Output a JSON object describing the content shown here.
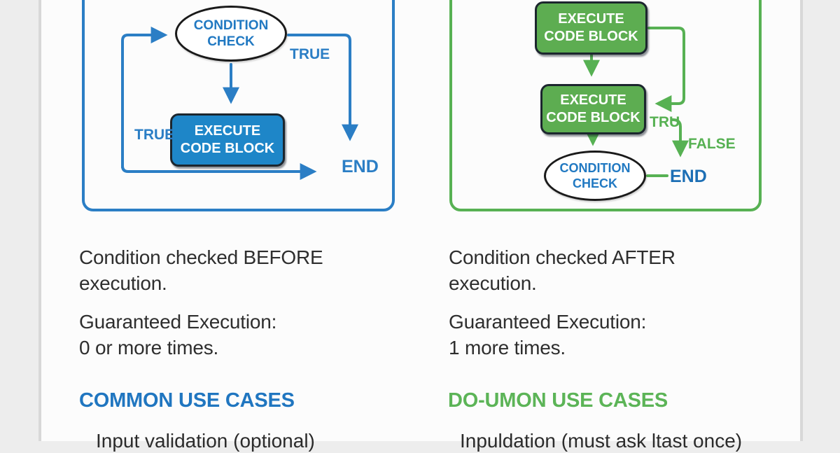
{
  "colors": {
    "page_bg": "#ededed",
    "card_bg": "#fcfcfc",
    "card_edge": "#d8d8d8",
    "blue_accent": "#2b7ec5",
    "blue_box_fill": "#1e86c8",
    "blue_end_text": "#1d6fb5",
    "green_accent": "#57b153",
    "green_box_fill": "#5dad51",
    "node_border": "#1a1a1a",
    "body_text": "#2e2e2e",
    "heading_blue": "#2076c0",
    "heading_green": "#5cb457"
  },
  "left_flow": {
    "condition_check": "CONDITION\nCHECK",
    "execute_block": "EXECUTE\nCODE BLOCK",
    "label_true_right": "TRUE",
    "label_true_left": "TRUE",
    "label_end": "END"
  },
  "right_flow": {
    "execute_block_top": "EXECUTE\nCODE BLOCK",
    "execute_block_mid": "EXECUTE\nCODE BLOCK",
    "condition_check": "CONDITION\nCHECK",
    "label_tru": "TRU",
    "label_false": "FALSE",
    "label_end": "END"
  },
  "left_column": {
    "para1": "Condition checked BEFORE\nexecution.",
    "para2": "Guaranteed Execution:\n0 or more times.",
    "heading": "COMMON USE CASES",
    "partial_item": "Input validation (optional)"
  },
  "right_column": {
    "para1": "Condition checked AFTER\nexecution.",
    "para2": "Guaranteed Execution:\n1 more times.",
    "heading": "DO-UMON USE CASES",
    "partial_item": "Inpuldation (must ask ltast once)"
  }
}
